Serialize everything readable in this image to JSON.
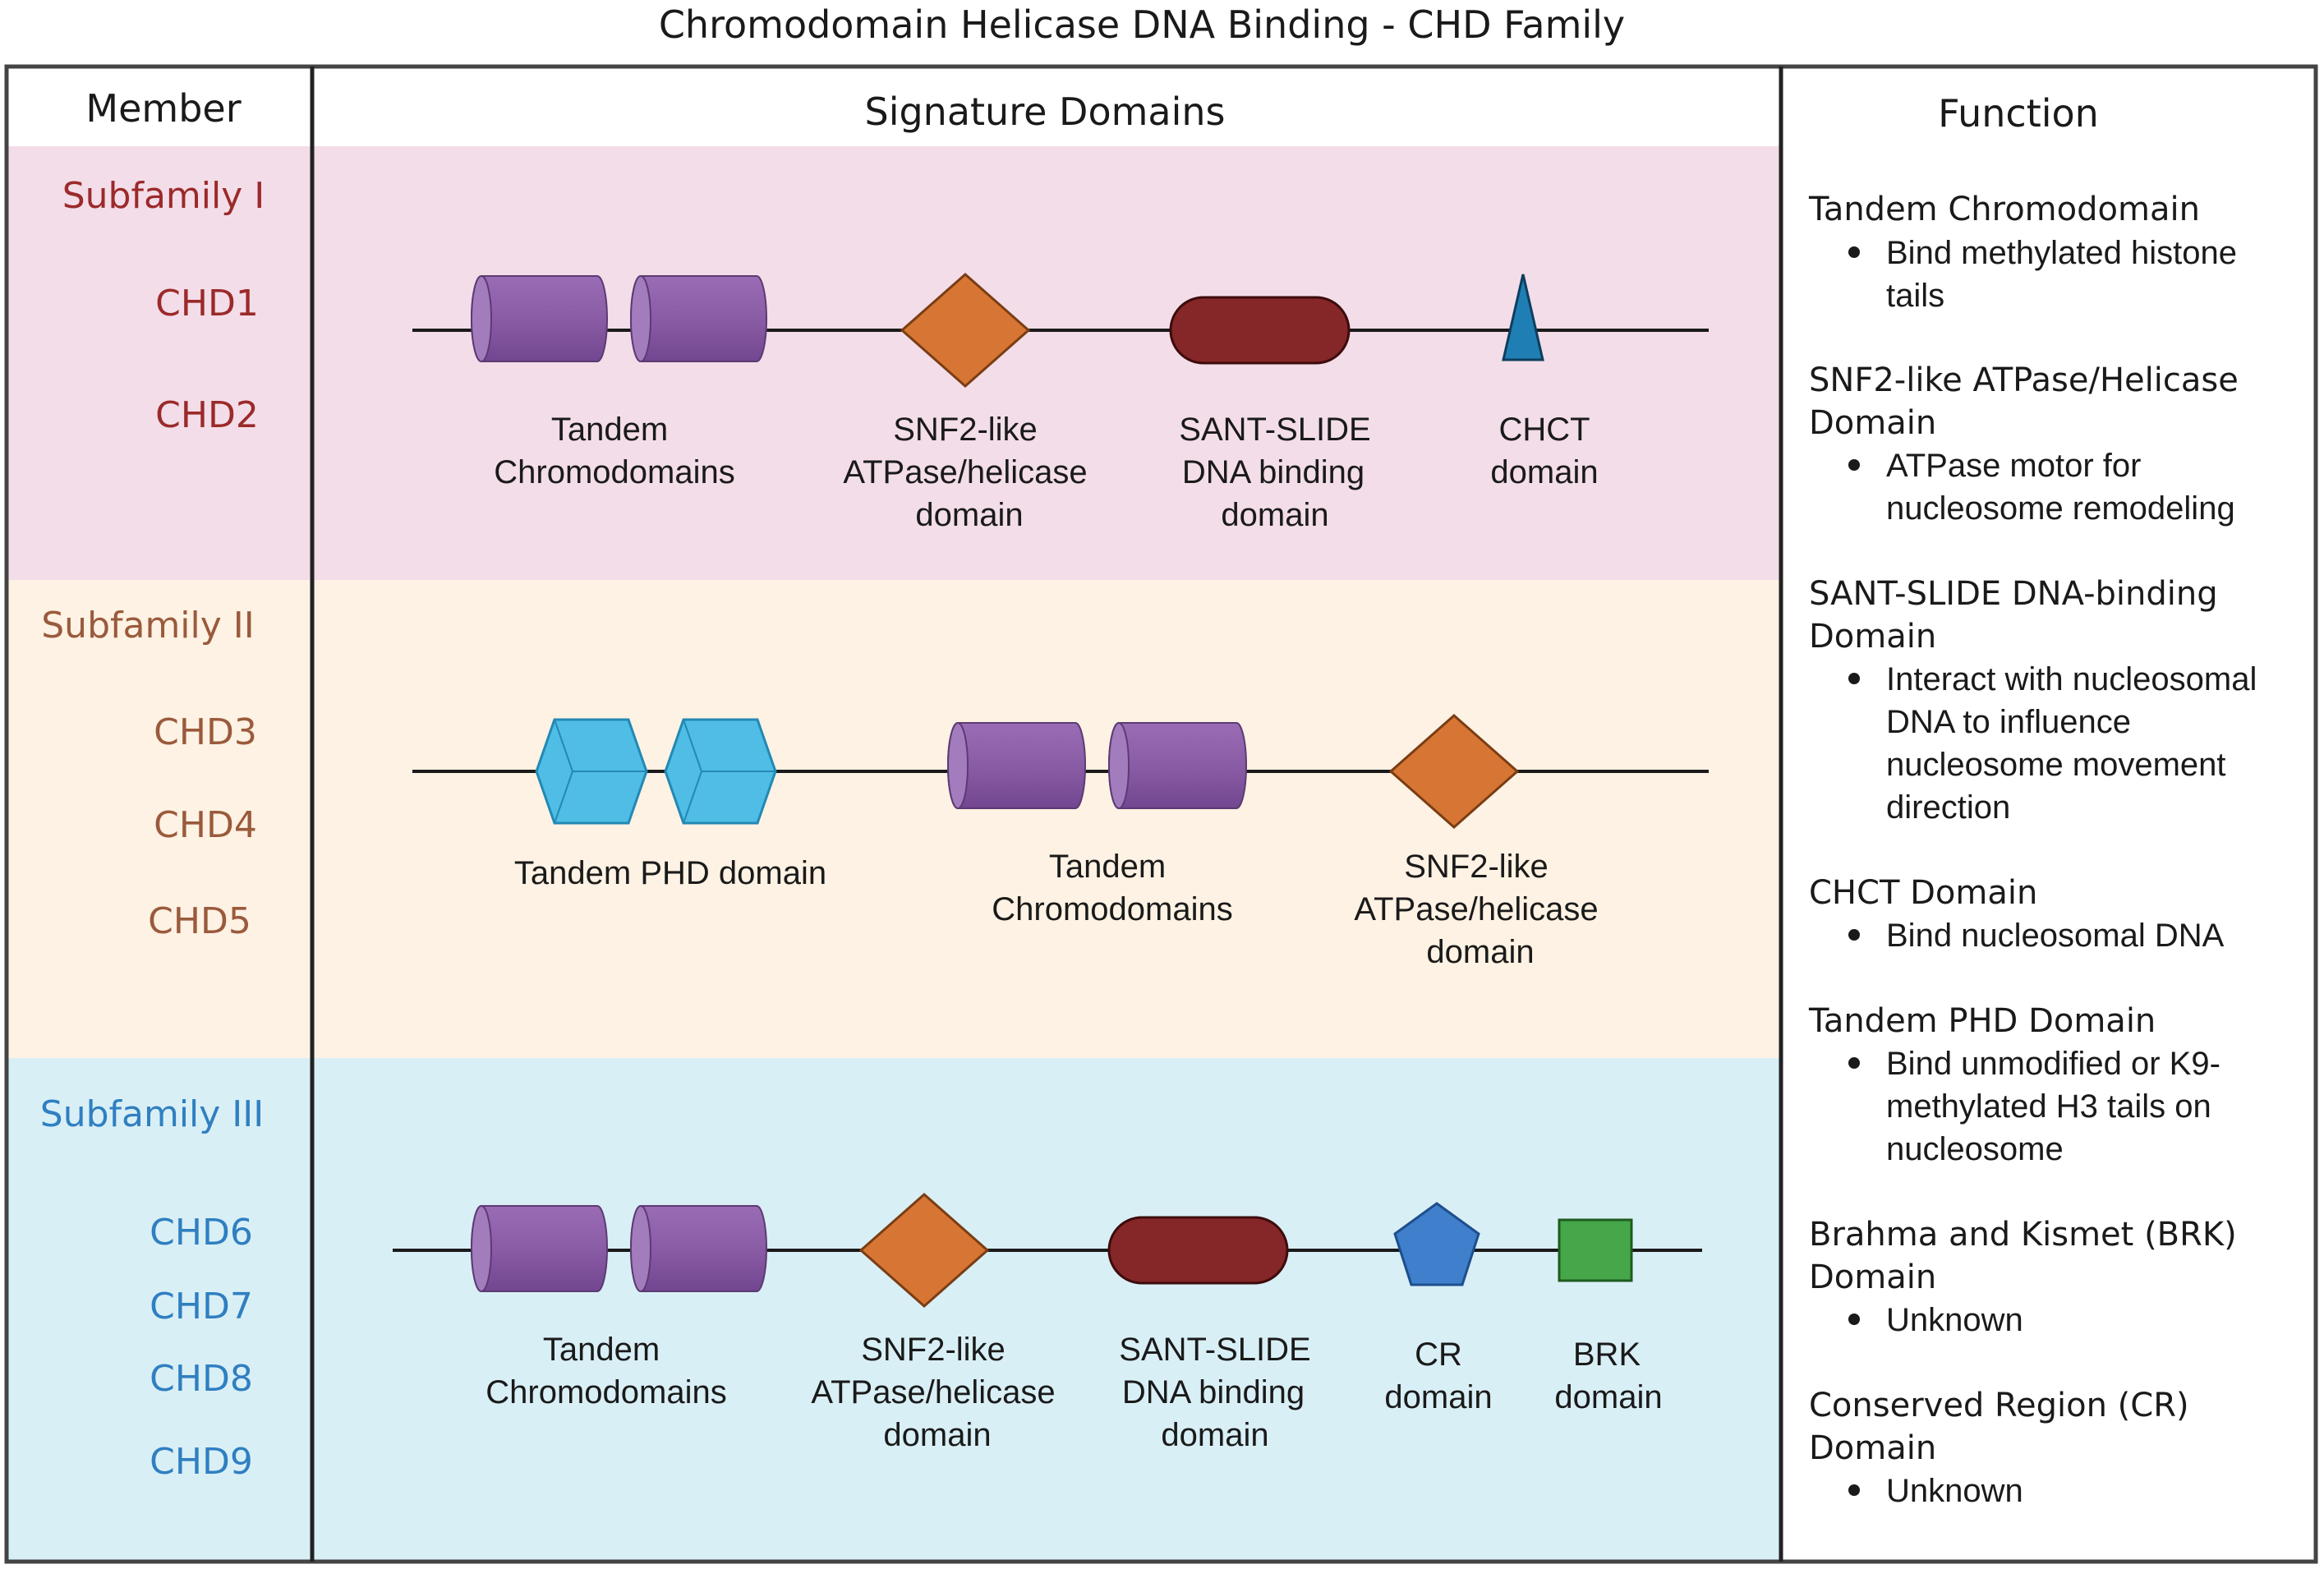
{
  "title": "Chromodomain Helicase DNA Binding - CHD Family",
  "headers": {
    "member": "Member",
    "domains": "Signature Domains",
    "function": "Function"
  },
  "colors": {
    "sub1_bg": "#f3dde9",
    "sub2_bg": "#fdf2e3",
    "sub3_bg": "#d9eff6",
    "sub1_text": "#9b2a2a",
    "sub2_text": "#9a5a3c",
    "sub3_text": "#2f7fc1",
    "chromodomain": "#8a5ca5",
    "snf2": "#d77634",
    "sant_slide": "#852628",
    "chct": "#1f7fb5",
    "phd": "#4fbde6",
    "cr": "#3f7fcc",
    "brk": "#46a64a"
  },
  "subfamilies": [
    {
      "name": "Subfamily I",
      "members": [
        "CHD1",
        "CHD2"
      ],
      "domain_labels": {
        "tandem_chromo": [
          "Tandem",
          "Chromodomains"
        ],
        "snf2": [
          "SNF2-like",
          "ATPase/helicase",
          "domain"
        ],
        "sant": [
          "SANT-SLIDE",
          "DNA binding",
          "domain"
        ],
        "chct": [
          "CHCT",
          "domain"
        ]
      }
    },
    {
      "name": "Subfamily II",
      "members": [
        "CHD3",
        "CHD4",
        "CHD5"
      ],
      "domain_labels": {
        "phd": [
          "Tandem PHD  domain"
        ],
        "tandem_chromo": [
          "Tandem",
          "Chromodomains"
        ],
        "snf2": [
          "SNF2-like",
          "ATPase/helicase",
          "domain"
        ]
      }
    },
    {
      "name": "Subfamily III",
      "members": [
        "CHD6",
        "CHD7",
        "CHD8",
        "CHD9"
      ],
      "domain_labels": {
        "tandem_chromo": [
          "Tandem",
          "Chromodomains"
        ],
        "snf2": [
          "SNF2-like",
          "ATPase/helicase",
          "domain"
        ],
        "sant": [
          "SANT-SLIDE",
          "DNA binding",
          "domain"
        ],
        "cr": [
          "CR",
          "domain"
        ],
        "brk": [
          "BRK",
          "domain"
        ]
      }
    }
  ],
  "functions": [
    {
      "heading": [
        "Tandem Chromodomain"
      ],
      "bullet": [
        "Bind methylated  histone",
        "tails"
      ]
    },
    {
      "heading": [
        "SNF2-like ATPase/Helicase",
        "Domain"
      ],
      "bullet": [
        "ATPase motor for",
        "nucleosome remodeling"
      ]
    },
    {
      "heading": [
        "SANT-SLIDE DNA-binding",
        "Domain"
      ],
      "bullet": [
        "Interact with nucleosomal",
        "DNA to  influence",
        "nucleosome movement",
        "direction"
      ]
    },
    {
      "heading": [
        "CHCT Domain"
      ],
      "bullet": [
        "Bind nucleosomal DNA"
      ]
    },
    {
      "heading": [
        "Tandem PHD Domain"
      ],
      "bullet": [
        "Bind unmodified or K9-",
        "methylated H3 tails on",
        "nucleosome"
      ]
    },
    {
      "heading": [
        "Brahma and Kismet (BRK)",
        "Domain"
      ],
      "bullet": [
        "Unknown"
      ]
    },
    {
      "heading": [
        "Conserved Region (CR)",
        "Domain"
      ],
      "bullet": [
        "Unknown"
      ]
    }
  ]
}
